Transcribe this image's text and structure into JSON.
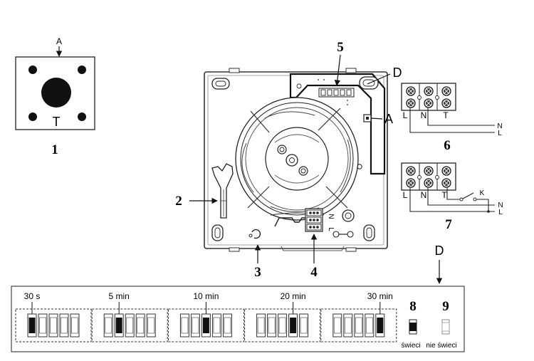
{
  "figure1": {
    "arrow_label": "A",
    "center_label": "T",
    "number": "1"
  },
  "unit": {
    "label_a": "A",
    "label_d": "D",
    "callouts": {
      "n2": "2",
      "n3": "3",
      "n4": "4",
      "n5": "5"
    },
    "block_letters": [
      "N",
      "L"
    ]
  },
  "figure6": {
    "number": "6",
    "terminals": [
      "L",
      "N",
      "T"
    ],
    "wires": [
      "N",
      "L"
    ]
  },
  "figure7": {
    "number": "7",
    "terminals": [
      "L",
      "N",
      "T"
    ],
    "switch": "K",
    "wires": [
      "N",
      "L"
    ]
  },
  "dip": {
    "d_label": "D",
    "groups": [
      {
        "label": "30 s",
        "active": 0
      },
      {
        "label": "5 min",
        "active": 1
      },
      {
        "label": "10 min",
        "active": 2
      },
      {
        "label": "20 min",
        "active": 3
      },
      {
        "label": "30 min",
        "active": 4
      }
    ],
    "legend": [
      {
        "number": "8",
        "caption": "świeci"
      },
      {
        "number": "9",
        "caption": "nie świeci"
      }
    ]
  }
}
